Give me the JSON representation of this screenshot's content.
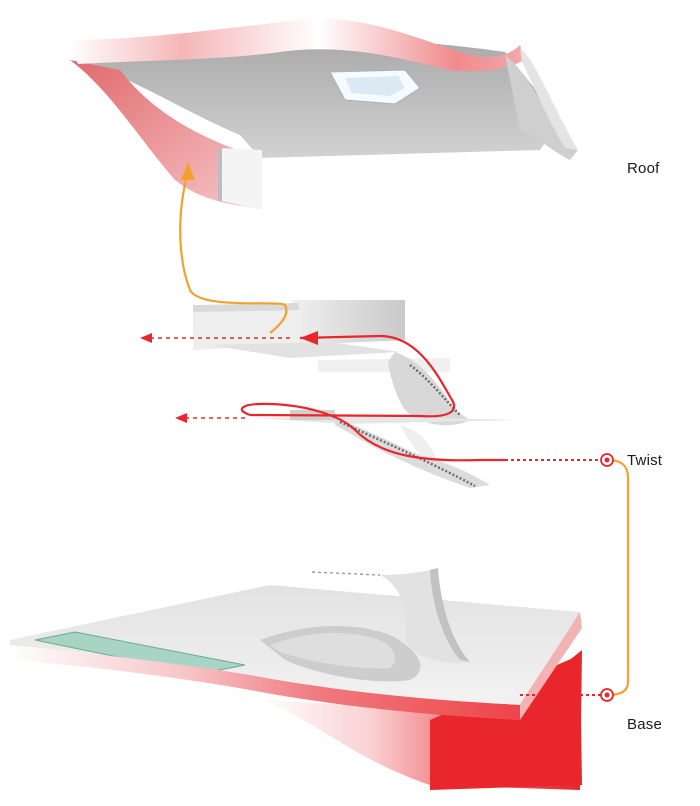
{
  "labels": {
    "roof": "Roof",
    "twist": "Twist",
    "base": "Base"
  },
  "colors": {
    "accent_red": "#e8262b",
    "route_orange": "#f2a12e",
    "surface_grey": "#e9e9e9",
    "pool_green": "#a7d4c4"
  }
}
